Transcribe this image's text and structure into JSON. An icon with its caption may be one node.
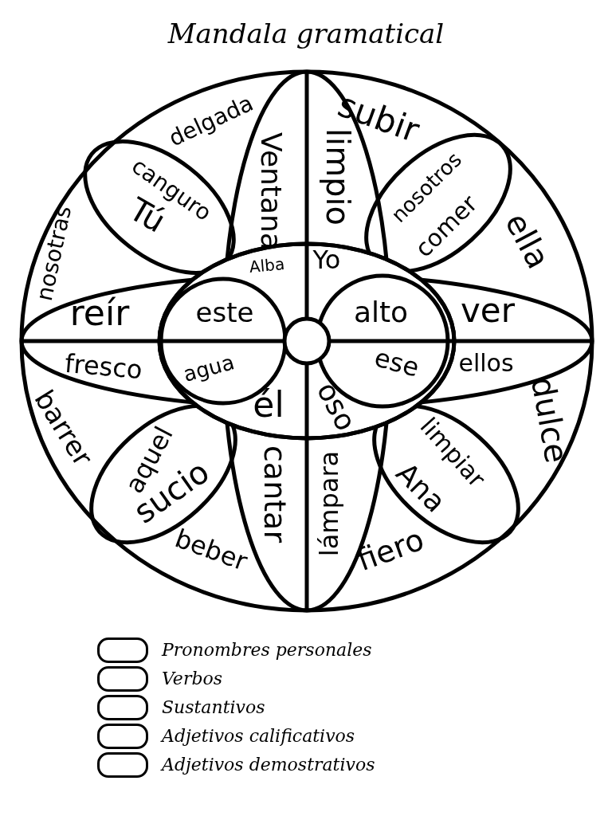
{
  "diagram": {
    "title": "Mandala gramatical",
    "labels": [
      "delgada",
      "Ventana",
      "limpio",
      "subir",
      "canguro",
      "nosotros",
      "Tú",
      "nosotras",
      "comer",
      "ella",
      "Alba",
      "Yo",
      "reír",
      "este",
      "alto",
      "ver",
      "fresco",
      "agua",
      "ese",
      "ellos",
      "él",
      "oso",
      "barrer",
      "aquel",
      "limpiar",
      "dulce",
      "sucio",
      "cantar",
      "lámpara",
      "Ana",
      "beber",
      "fiero"
    ],
    "legend": [
      {
        "text": "Pronombres personales"
      },
      {
        "text": "Verbos"
      },
      {
        "text": "Sustantivos"
      },
      {
        "text": "Adjetivos calificativos"
      },
      {
        "text": "Adjetivos demostrativos"
      }
    ]
  }
}
